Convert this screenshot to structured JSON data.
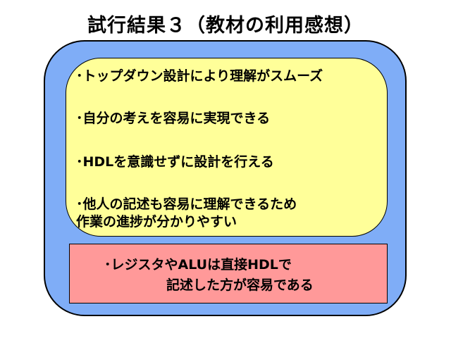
{
  "slide": {
    "title": "試行結果３（教材の利用感想）",
    "colors": {
      "outer_fill": "#7fadf7",
      "inner_fill": "#ffff99",
      "pink_fill": "#ff9999",
      "text": "#000000",
      "background": "#ffffff"
    },
    "inner_items": [
      "･トップダウン設計により理解がスムーズ",
      "･自分の考えを容易に実現できる",
      "･HDLを意識せずに設計を行える",
      "･他人の記述も容易に理解できるため",
      " 作業の進捗が分かりやすい"
    ],
    "pink_lines": [
      "･レジスタやALUは直接HDLで",
      "記述した方が容易である"
    ]
  }
}
